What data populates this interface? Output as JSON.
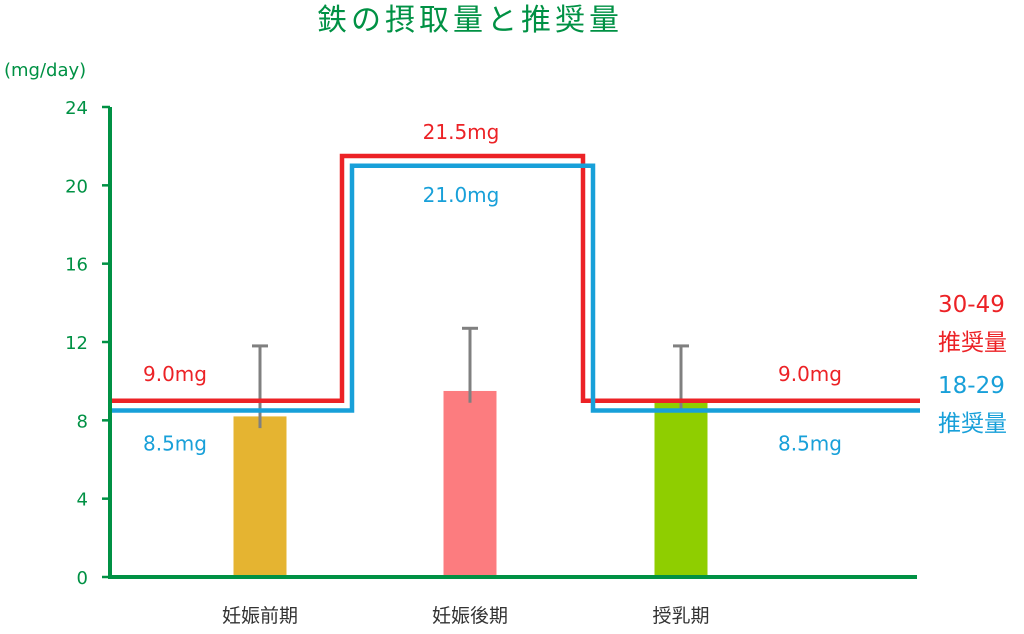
{
  "chart_data": {
    "type": "bar",
    "title": "鉄の摂取量と推奨量",
    "ylabel": "(mg/day)",
    "xlabel": "",
    "ylim": [
      0,
      24
    ],
    "yticks": [
      0,
      4,
      8,
      12,
      16,
      20,
      24
    ],
    "categories": [
      "妊娠前期",
      "妊娠後期",
      "授乳期"
    ],
    "values": [
      8.2,
      9.5,
      9.1
    ],
    "error_upper": [
      11.8,
      12.7,
      11.8
    ],
    "bar_colors": [
      "#e5b431",
      "#fc7c7f",
      "#8fce00"
    ],
    "axis_color": "#009144",
    "error_color": "#808080",
    "reference_lines": [
      {
        "legend_lines": [
          "30-49",
          "推奨量"
        ],
        "color": "#ec2226",
        "values": [
          9.0,
          21.5,
          9.0
        ],
        "labels": [
          "9.0mg",
          "21.5mg",
          "9.0mg"
        ]
      },
      {
        "legend_lines": [
          "18-29",
          "推奨量"
        ],
        "color": "#18a0d9",
        "values": [
          8.5,
          21.0,
          8.5
        ],
        "labels": [
          "8.5mg",
          "21.0mg",
          "8.5mg"
        ]
      }
    ]
  }
}
